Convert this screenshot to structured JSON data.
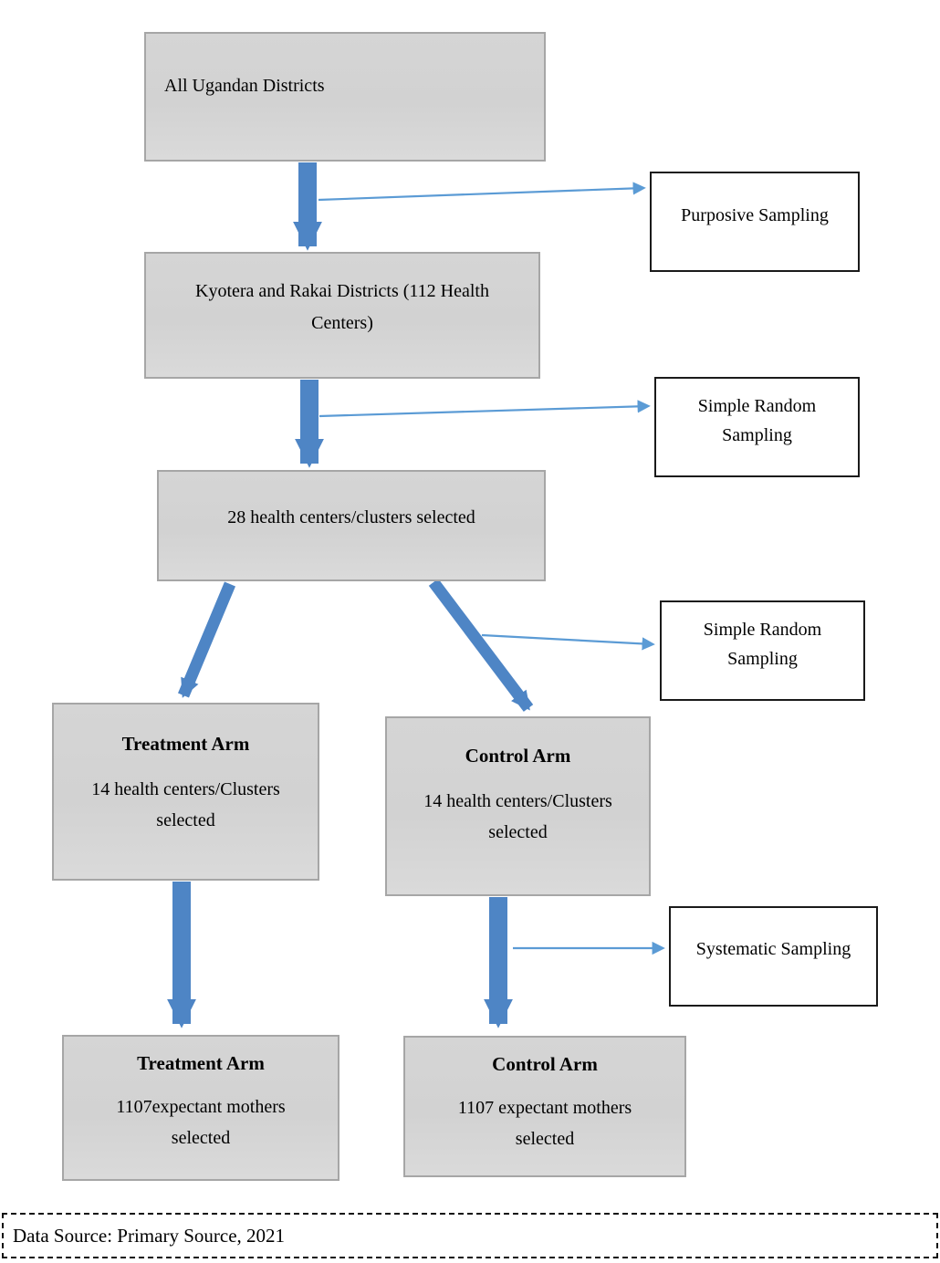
{
  "diagram": {
    "nodes": {
      "all_districts": {
        "label": "All Ugandan Districts"
      },
      "kyotera_rakai": {
        "label": "Kyotera and Rakai Districts (112 Health Centers)"
      },
      "clusters_selected": {
        "label": "28 health centers/clusters selected"
      },
      "treatment_mid": {
        "title": "Treatment Arm",
        "body": "14 health centers/Clusters selected"
      },
      "control_mid": {
        "title": "Control Arm",
        "body": "14 health centers/Clusters selected"
      },
      "treatment_bottom": {
        "title": "Treatment Arm",
        "body": "1107expectant mothers selected"
      },
      "control_bottom": {
        "title": "Control Arm",
        "body": "1107 expectant mothers selected"
      }
    },
    "sampling_labels": {
      "purposive": "Purposive Sampling",
      "srs_1": "Simple Random Sampling",
      "srs_2": "Simple Random Sampling",
      "systematic": "Systematic Sampling"
    },
    "footer": {
      "data_source": "Data Source: Primary Source, 2021"
    },
    "colors": {
      "arrow_thick": "#4e85c5",
      "arrow_thin": "#5b9bd5",
      "node_fill": "#d2d2d2",
      "node_border": "#a6a6a6",
      "label_border": "#1a1a1a"
    }
  }
}
